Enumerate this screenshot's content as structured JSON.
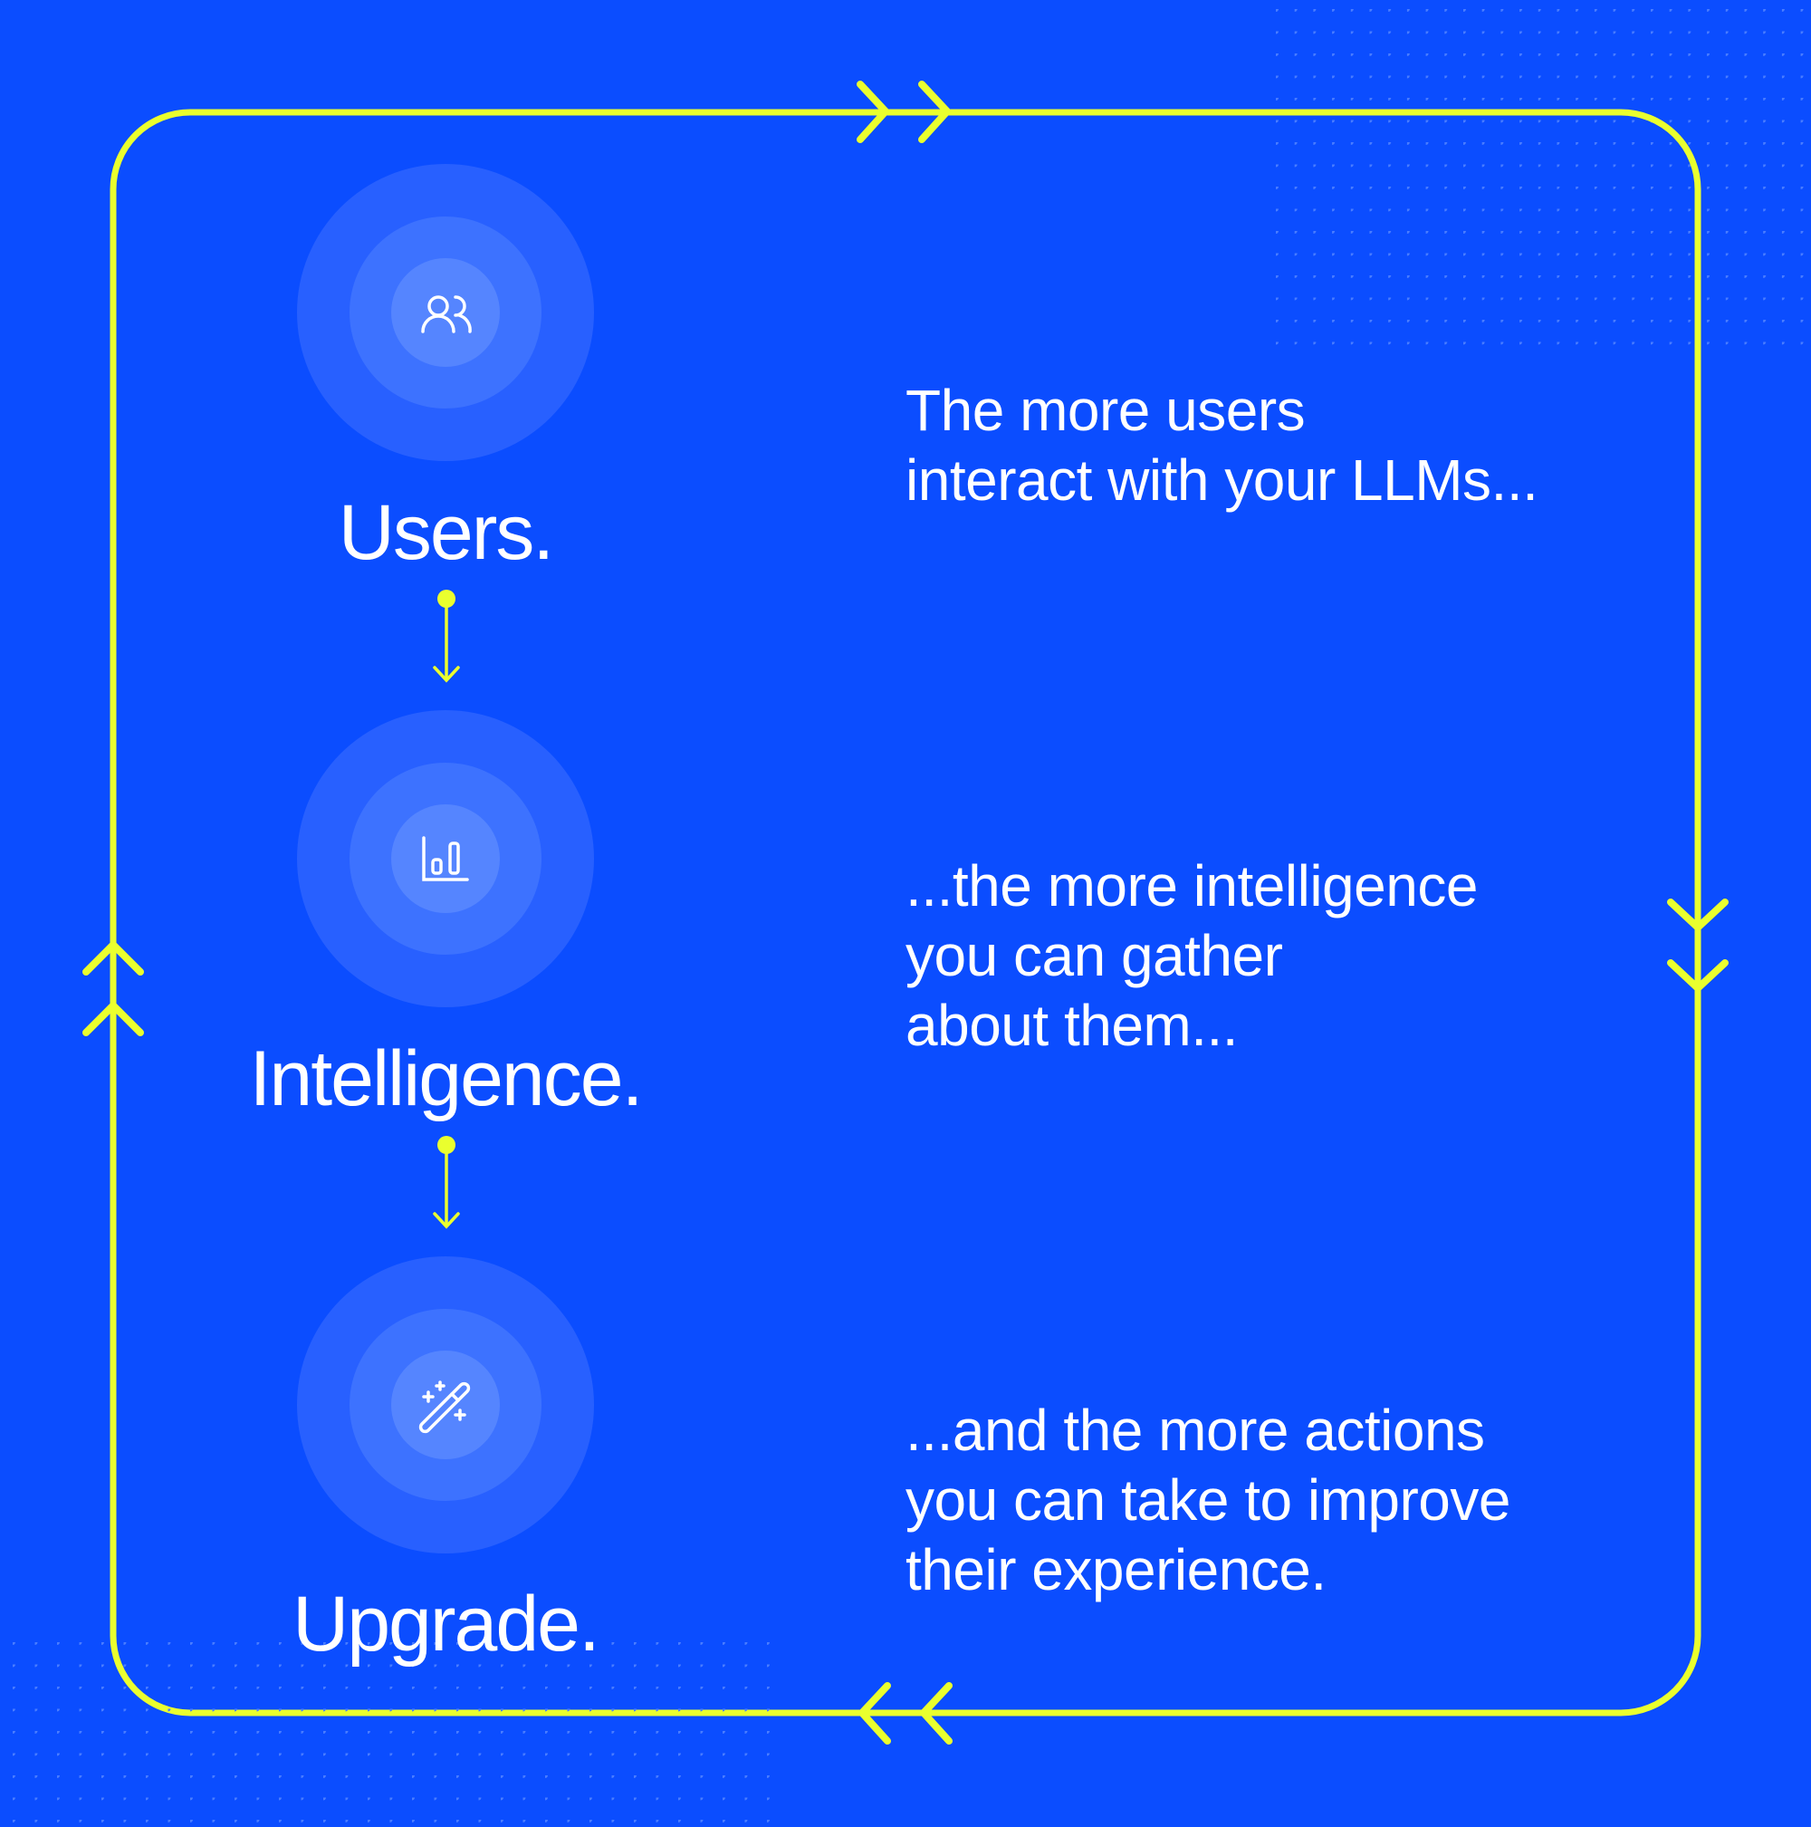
{
  "colors": {
    "background": "#0b4dff",
    "accent_yellow": "#eaff2e",
    "circle_outer": "#2860ff",
    "circle_middle": "#3d72ff",
    "circle_inner": "#5585ff",
    "dot_pattern": "#4a7dff",
    "text": "#ffffff"
  },
  "stages": [
    {
      "title": "Users.",
      "icon": "users-icon",
      "description_lines": [
        "The more users",
        "interact with your LLMs..."
      ]
    },
    {
      "title": "Intelligence.",
      "icon": "bar-chart-icon",
      "description_lines": [
        "...the more intelligence",
        "you can gather",
        "about them..."
      ]
    },
    {
      "title": "Upgrade.",
      "icon": "magic-wand-icon",
      "description_lines": [
        "...and the more actions",
        "you can take to improve",
        "their experience."
      ]
    }
  ],
  "loop": {
    "direction": "clockwise",
    "arrows": [
      "top-right",
      "right-down",
      "bottom-left",
      "left-up"
    ]
  }
}
